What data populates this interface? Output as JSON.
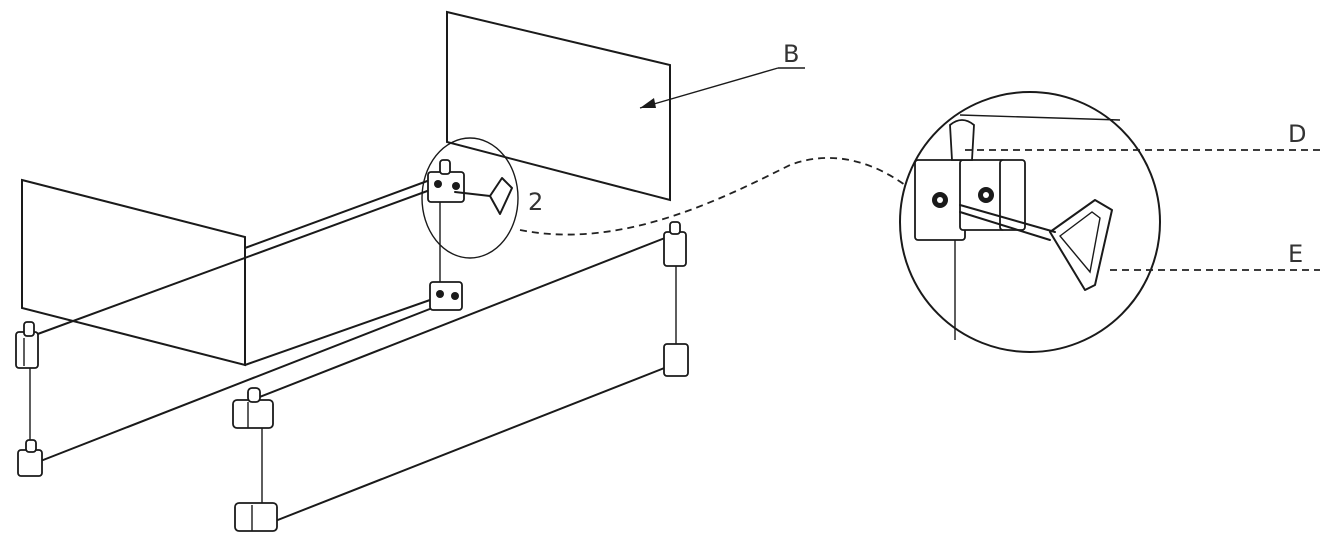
{
  "labels": {
    "b": "B",
    "d": "D",
    "e": "E",
    "detail": "2"
  },
  "colors": {
    "line": "#1a1a1a",
    "background": "#ffffff"
  }
}
